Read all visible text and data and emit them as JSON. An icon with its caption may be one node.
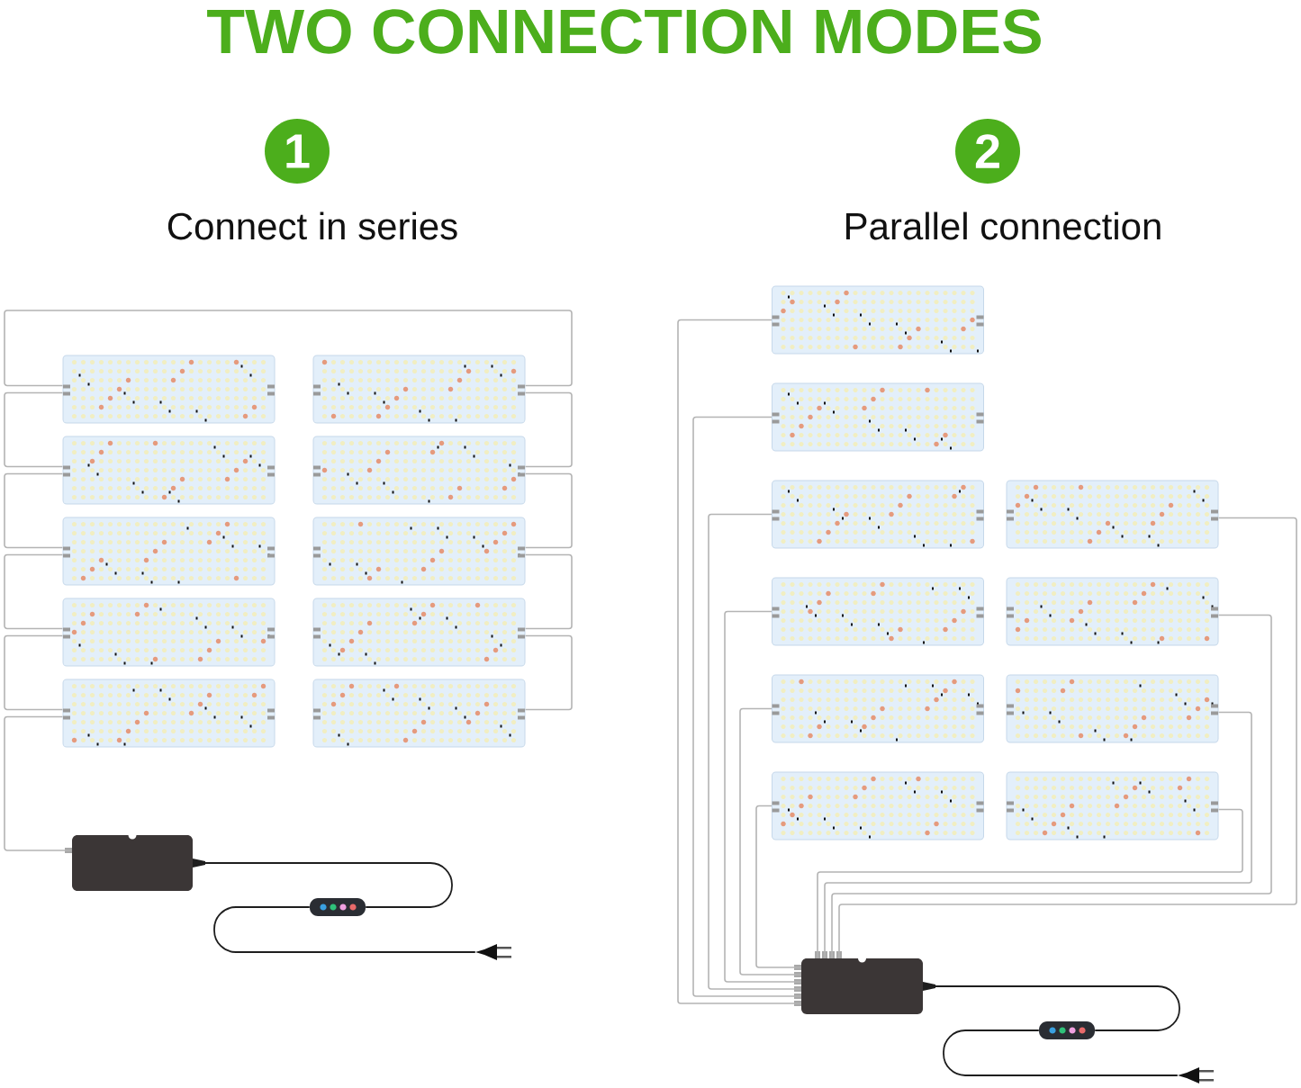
{
  "diagram": {
    "title": "TWO CONNECTION MODES",
    "nodes": [
      {
        "text": [
          "1"
        ],
        "beside": [
          "Connect in series"
        ]
      },
      {
        "text": [
          "2"
        ],
        "beside": [
          "Parallel connection"
        ]
      },
      {
        "text": [],
        "shape": "picture"
      },
      {
        "text": [],
        "shape": "picture"
      },
      {
        "text": [],
        "shape": "picture"
      },
      {
        "text": [],
        "shape": "picture"
      },
      {
        "text": [],
        "shape": "picture"
      },
      {
        "text": [],
        "shape": "picture"
      },
      {
        "text": [],
        "shape": "picture"
      },
      {
        "text": [],
        "shape": "picture"
      },
      {
        "text": [],
        "shape": "picture"
      },
      {
        "text": [],
        "shape": "picture"
      },
      {
        "text": [],
        "shape": "box"
      },
      {
        "text": [],
        "shape": "picture"
      },
      {
        "text": [],
        "shape": "picture"
      },
      {
        "text": [],
        "shape": "picture"
      },
      {
        "text": [],
        "shape": "picture"
      },
      {
        "text": [],
        "shape": "picture"
      },
      {
        "text": [],
        "shape": "picture"
      },
      {
        "text": [],
        "shape": "picture"
      },
      {
        "text": [],
        "shape": "picture"
      },
      {
        "text": [],
        "shape": "picture"
      },
      {
        "text": [],
        "shape": "picture"
      },
      {
        "text": [],
        "shape": "picture"
      },
      {
        "text": [],
        "shape": "picture"
      },
      {
        "text": [],
        "shape": "box"
      },
      {
        "text": [],
        "shape": "picture"
      },
      {
        "text": [],
        "shape": "picture"
      }
    ],
    "edges": [
      {
        "from": 12,
        "to": 10,
        "arrow": "none"
      },
      {
        "from": 10,
        "to": 8,
        "arrow": "none"
      },
      {
        "from": 8,
        "to": 6,
        "arrow": "none"
      },
      {
        "from": 6,
        "to": 4,
        "arrow": "none"
      },
      {
        "from": 4,
        "to": 2,
        "arrow": "none"
      },
      {
        "from": 2,
        "to": 3,
        "arrow": "none"
      },
      {
        "from": 3,
        "to": 5,
        "arrow": "none"
      },
      {
        "from": 5,
        "to": 7,
        "arrow": "none"
      },
      {
        "from": 7,
        "to": 9,
        "arrow": "none"
      },
      {
        "from": 9,
        "to": 11,
        "arrow": "none"
      },
      {
        "from": 12,
        "to": 13,
        "arrow": "none",
        "color": "#1e1e1e"
      },
      {
        "from": 13,
        "to": 14,
        "arrow": "none",
        "color": "#1e1e1e"
      },
      {
        "from": 15,
        "to": 25,
        "arrow": "none"
      },
      {
        "from": 16,
        "to": 25,
        "arrow": "none"
      },
      {
        "from": 17,
        "to": 25,
        "arrow": "none"
      },
      {
        "from": 19,
        "to": 25,
        "arrow": "none"
      },
      {
        "from": 21,
        "to": 25,
        "arrow": "none"
      },
      {
        "from": 23,
        "to": 25,
        "arrow": "none"
      },
      {
        "from": 18,
        "to": 25,
        "arrow": "none"
      },
      {
        "from": 20,
        "to": 25,
        "arrow": "none"
      },
      {
        "from": 22,
        "to": 25,
        "arrow": "none"
      },
      {
        "from": 24,
        "to": 25,
        "arrow": "none"
      },
      {
        "from": 25,
        "to": 26,
        "arrow": "none",
        "color": "#1e1e1e"
      },
      {
        "from": 26,
        "to": 27,
        "arrow": "none",
        "color": "#1e1e1e"
      }
    ]
  }
}
